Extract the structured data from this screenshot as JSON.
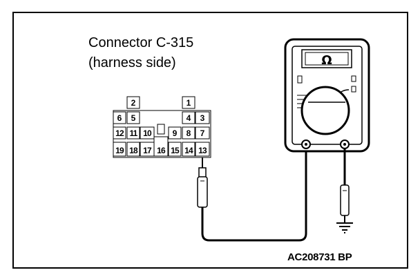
{
  "connector": {
    "title_line1": "Connector C-315",
    "title_line2": "(harness side)",
    "pins": [
      {
        "id": "1",
        "label": "1"
      },
      {
        "id": "2",
        "label": "2"
      },
      {
        "id": "3",
        "label": "3"
      },
      {
        "id": "4",
        "label": "4"
      },
      {
        "id": "5",
        "label": "5"
      },
      {
        "id": "6",
        "label": "6"
      },
      {
        "id": "7",
        "label": "7"
      },
      {
        "id": "8",
        "label": "8"
      },
      {
        "id": "9",
        "label": "9"
      },
      {
        "id": "10",
        "label": "10"
      },
      {
        "id": "11",
        "label": "11"
      },
      {
        "id": "12",
        "label": "12"
      },
      {
        "id": "13",
        "label": "13"
      },
      {
        "id": "14",
        "label": "14"
      },
      {
        "id": "15",
        "label": "15"
      },
      {
        "id": "16",
        "label": "16"
      },
      {
        "id": "17",
        "label": "17"
      },
      {
        "id": "18",
        "label": "18"
      },
      {
        "id": "19",
        "label": "19"
      }
    ]
  },
  "meter": {
    "display_symbol": "Ω"
  },
  "figure_id": "AC208731 BP"
}
